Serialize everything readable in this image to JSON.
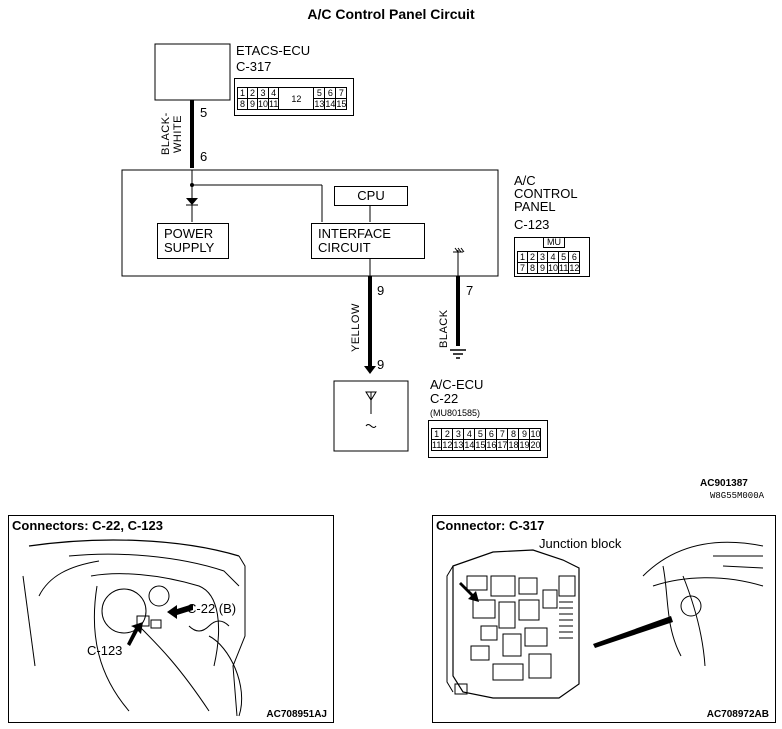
{
  "title": "A/C Control Panel Circuit",
  "etacs": {
    "name": "ETACS-ECU",
    "connector": "C-317",
    "pins_top": [
      "1",
      "2",
      "3",
      "4",
      "",
      "",
      "5",
      "6",
      "7"
    ],
    "pins_mid": "12",
    "pins_bottom": [
      "8",
      "9",
      "10",
      "11",
      "",
      "",
      "13",
      "14",
      "15"
    ]
  },
  "wire_bw": {
    "color_label": "BLACK-WHITE",
    "pin_top": "5",
    "pin_bottom": "6"
  },
  "acpanel": {
    "name_line1": "A/C",
    "name_line2": "CONTROL",
    "name_line3": "PANEL",
    "connector": "C-123",
    "mu_label": "MU",
    "pins_top": [
      "1",
      "2",
      "3",
      "4",
      "5",
      "6"
    ],
    "pins_bottom": [
      "7",
      "8",
      "9",
      "10",
      "11",
      "12"
    ]
  },
  "blocks": {
    "cpu": "CPU",
    "power_supply_1": "POWER",
    "power_supply_2": "SUPPLY",
    "interface_1": "INTERFACE",
    "interface_2": "CIRCUIT"
  },
  "wire_yellow": {
    "color_label": "YELLOW",
    "pin_top": "9",
    "pin_bottom": "9"
  },
  "wire_black": {
    "color_label": "BLACK",
    "pin": "7"
  },
  "acecu": {
    "name": "A/C-ECU",
    "connector": "C-22",
    "part": "(MU801585)",
    "pins_top": [
      "1",
      "2",
      "3",
      "4",
      "5",
      "6",
      "7",
      "8",
      "9",
      "10"
    ],
    "pins_bottom": [
      "11",
      "12",
      "13",
      "14",
      "15",
      "16",
      "17",
      "18",
      "19",
      "20"
    ]
  },
  "codes": {
    "code1": "AC901387",
    "code2": "W8G55M000A"
  },
  "panel_left": {
    "title": "Connectors: C-22, C-123",
    "callout_a": "C-22 (B)",
    "callout_b": "C-123",
    "code": "AC708951AJ"
  },
  "panel_right": {
    "title": "Connector: C-317",
    "caption": "Junction block",
    "code": "AC708972AB"
  }
}
